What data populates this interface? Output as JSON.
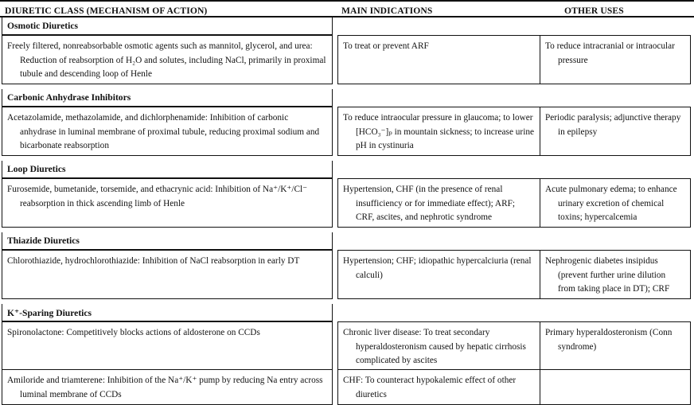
{
  "table": {
    "headers": {
      "col1": "DIURETIC CLASS (MECHANISM OF ACTION)",
      "col2": "MAIN INDICATIONS",
      "col3": "OTHER USES"
    },
    "sections": [
      {
        "heading": "Osmotic Diuretics",
        "rows": [
          {
            "mechanism": "Freely filtered, nonreabsorbable osmotic agents such as mannitol, glycerol, and urea: Reduction of reabsorption of H₂O and solutes, including NaCl, primarily in proximal tubule and descending loop of Henle",
            "main_indications": "To treat or prevent ARF",
            "other_uses": "To reduce intracranial or intraocular pressure"
          }
        ]
      },
      {
        "heading": "Carbonic Anhydrase Inhibitors",
        "rows": [
          {
            "mechanism": "Acetazolamide, methazolamide, and dichlorphenamide: Inhibition of carbonic anhydrase in luminal membrane of proximal tubule, reducing proximal sodium and bicarbonate reabsorption",
            "main_indications": "To reduce intraocular pressure in glaucoma; to lower [HCO₃⁻]ₚ in mountain sickness; to increase urine pH in cystinuria",
            "other_uses": "Periodic paralysis; adjunctive therapy in epilepsy"
          }
        ]
      },
      {
        "heading": "Loop Diuretics",
        "rows": [
          {
            "mechanism": "Furosemide, bumetanide, torsemide, and ethacrynic acid: Inhibition of Na⁺/K⁺/Cl⁻ reabsorption in thick ascending limb of Henle",
            "main_indications": "Hypertension, CHF (in the presence of renal insufficiency or for immediate effect); ARF; CRF, ascites, and nephrotic syndrome",
            "other_uses": "Acute pulmonary edema; to enhance urinary excretion of chemical toxins; hypercalcemia"
          }
        ]
      },
      {
        "heading": "Thiazide Diuretics",
        "rows": [
          {
            "mechanism": "Chlorothiazide, hydrochlorothiazide: Inhibition of NaCl reabsorption in early DT",
            "main_indications": "Hypertension; CHF; idiopathic hypercalciuria (renal calculi)",
            "other_uses": "Nephrogenic diabetes insipidus (prevent further urine dilution from taking place in DT); CRF"
          }
        ]
      },
      {
        "heading": "K⁺-Sparing Diuretics",
        "rows": [
          {
            "mechanism": "Spironolactone: Competitively blocks actions of aldosterone on CCDs",
            "main_indications": "Chronic liver disease: To treat secondary hyperaldosteronism caused by hepatic cirrhosis complicated by ascites",
            "other_uses": "Primary hyperaldosteronism (Conn syndrome)"
          },
          {
            "mechanism": "Amiloride and triamterene: Inhibition of the Na⁺/K⁺ pump by reducing Na entry across luminal membrane of CCDs",
            "main_indications": "CHF: To counteract hypokalemic effect of other diuretics",
            "other_uses": ""
          }
        ]
      }
    ]
  },
  "style": {
    "text_color": "#111111",
    "background": "#ffffff",
    "border_color": "#111111"
  }
}
